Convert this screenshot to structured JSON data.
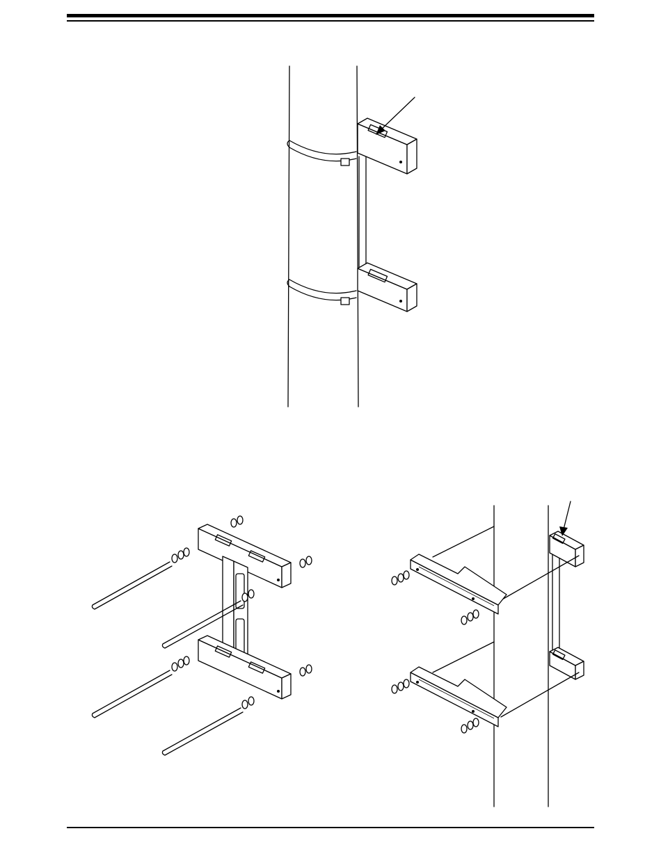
{
  "document": {
    "header_rules": [
      "thick",
      "thin"
    ],
    "footer_rule": "thin"
  },
  "figures": [
    {
      "id": "pole-mount-assembled",
      "icon": "pole-clamp-bracket-illustration",
      "arrow_icon": "callout-arrow-icon"
    },
    {
      "id": "bracket-exploded-hardware",
      "icon": "bracket-bolt-exploded-illustration"
    },
    {
      "id": "pole-mount-bolted",
      "icon": "pole-bolt-mount-illustration",
      "arrow_icon": "callout-arrow-icon"
    }
  ]
}
